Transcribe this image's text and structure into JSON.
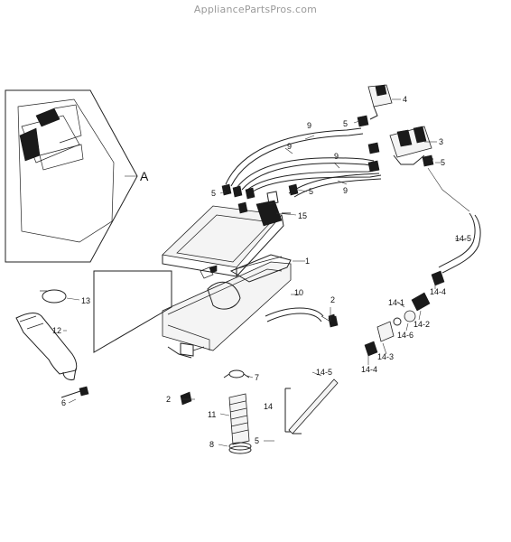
{
  "watermark": "AppliancePartsPros.com",
  "inset_label": "A",
  "callouts": {
    "c1": "1",
    "c2a": "2",
    "c2b": "2",
    "c3": "3",
    "c4": "4",
    "c5a": "5",
    "c5b": "5",
    "c5c": "5",
    "c5d": "5",
    "c5e": "5",
    "c6": "6",
    "c7": "7",
    "c8": "8",
    "c9a": "9",
    "c9b": "9",
    "c9c": "9",
    "c9d": "9",
    "c10": "10",
    "c11": "11",
    "c12": "12",
    "c13": "13",
    "c14": "14",
    "c15": "15",
    "c14_1": "14-1",
    "c14_2": "14-2",
    "c14_3": "14-3",
    "c14_4a": "14-4",
    "c14_4b": "14-4",
    "c14_5a": "14-5",
    "c14_5b": "14-5",
    "c14_6": "14-6"
  }
}
